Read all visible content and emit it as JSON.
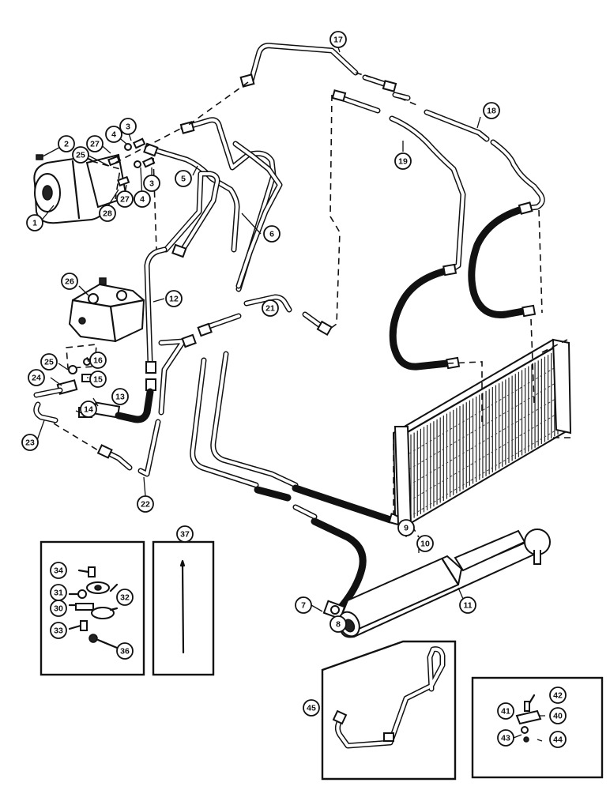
{
  "callouts": [
    {
      "id": "c1",
      "label": "1"
    },
    {
      "id": "c2",
      "label": "2"
    },
    {
      "id": "c3a",
      "label": "3"
    },
    {
      "id": "c3b",
      "label": "3"
    },
    {
      "id": "c4a",
      "label": "4"
    },
    {
      "id": "c4b",
      "label": "4"
    },
    {
      "id": "c5",
      "label": "5"
    },
    {
      "id": "c6",
      "label": "6"
    },
    {
      "id": "c7",
      "label": "7"
    },
    {
      "id": "c8",
      "label": "8"
    },
    {
      "id": "c9",
      "label": "9"
    },
    {
      "id": "c10",
      "label": "10"
    },
    {
      "id": "c11",
      "label": "11"
    },
    {
      "id": "c12",
      "label": "12"
    },
    {
      "id": "c13",
      "label": "13"
    },
    {
      "id": "c14",
      "label": "14"
    },
    {
      "id": "c15",
      "label": "15"
    },
    {
      "id": "c16",
      "label": "16"
    },
    {
      "id": "c17",
      "label": "17"
    },
    {
      "id": "c18",
      "label": "18"
    },
    {
      "id": "c19",
      "label": "19"
    },
    {
      "id": "c21",
      "label": "21"
    },
    {
      "id": "c22",
      "label": "22"
    },
    {
      "id": "c23",
      "label": "23"
    },
    {
      "id": "c24",
      "label": "24"
    },
    {
      "id": "c25a",
      "label": "25"
    },
    {
      "id": "c25b",
      "label": "25"
    },
    {
      "id": "c26",
      "label": "26"
    },
    {
      "id": "c27a",
      "label": "27"
    },
    {
      "id": "c27b",
      "label": "27"
    },
    {
      "id": "c28",
      "label": "28"
    },
    {
      "id": "c30",
      "label": "30"
    },
    {
      "id": "c31",
      "label": "31"
    },
    {
      "id": "c32",
      "label": "32"
    },
    {
      "id": "c33",
      "label": "33"
    },
    {
      "id": "c34",
      "label": "34"
    },
    {
      "id": "c36",
      "label": "36"
    },
    {
      "id": "c37",
      "label": "37"
    },
    {
      "id": "c40",
      "label": "40"
    },
    {
      "id": "c41",
      "label": "41"
    },
    {
      "id": "c42",
      "label": "42"
    },
    {
      "id": "c43",
      "label": "43"
    },
    {
      "id": "c44",
      "label": "44"
    },
    {
      "id": "c45",
      "label": "45"
    }
  ]
}
